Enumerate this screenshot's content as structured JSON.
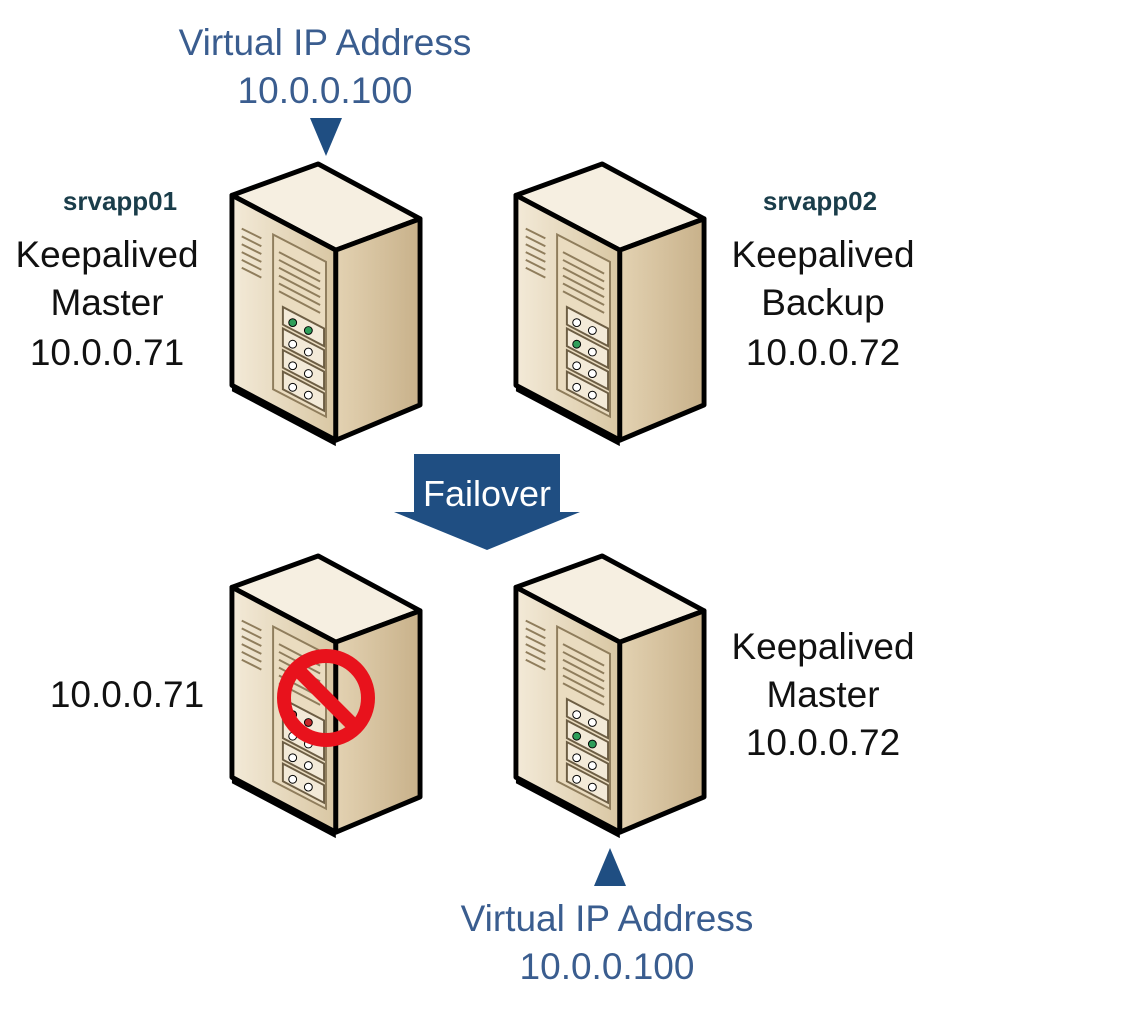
{
  "top": {
    "vip_label": "Virtual IP Address",
    "vip_address": "10.0.0.100",
    "srv1": {
      "hostname": "srvapp01",
      "role_line1": "Keepalived",
      "role_line2": "Master",
      "ip": "10.0.0.71"
    },
    "srv2": {
      "hostname": "srvapp02",
      "role_line1": "Keepalived",
      "role_line2": "Backup",
      "ip": "10.0.0.72"
    }
  },
  "failover_label": "Failover",
  "bottom": {
    "srv1": {
      "ip": "10.0.0.71",
      "status_icon": "prohibited-icon"
    },
    "srv2": {
      "role_line1": "Keepalived",
      "role_line2": "Master",
      "ip": "10.0.0.72"
    },
    "vip_label": "Virtual IP Address",
    "vip_address": "10.0.0.100"
  },
  "colors": {
    "vip_text": "#3a5d8f",
    "arrow_fill": "#1f4e82",
    "hostname_text": "#1a3d4a",
    "server_front": "#e9dcc4",
    "server_side": "#cdb792",
    "prohibited": "#e8121c",
    "led_green": "#2e9e5a",
    "led_red": "#c0282a"
  }
}
